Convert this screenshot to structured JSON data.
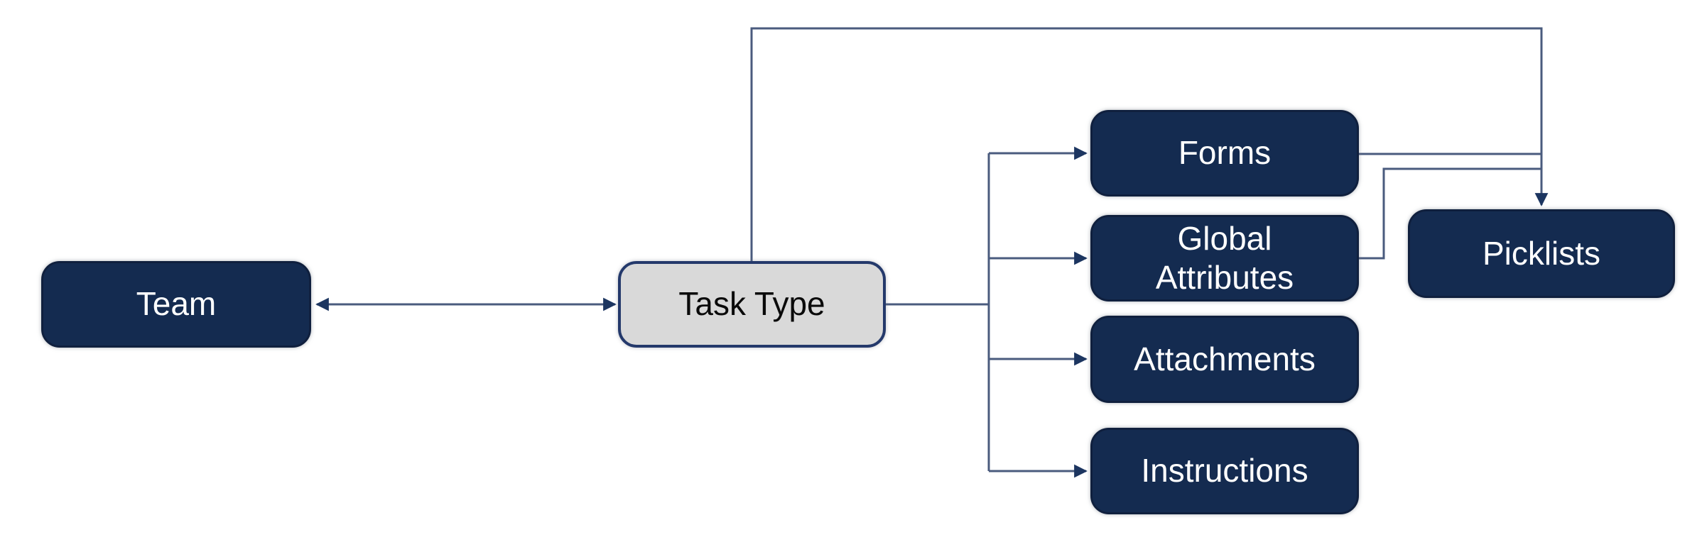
{
  "diagram": {
    "nodes": {
      "team": {
        "label": "Team"
      },
      "task_type": {
        "label": "Task Type"
      },
      "forms": {
        "label": "Forms"
      },
      "global_attributes": {
        "label": "Global Attributes"
      },
      "attachments": {
        "label": "Attachments"
      },
      "instructions": {
        "label": "Instructions"
      },
      "picklists": {
        "label": "Picklists"
      }
    },
    "edges": [
      {
        "from": "Team",
        "to": "Task Type",
        "direction": "bidirectional"
      },
      {
        "from": "Task Type",
        "to": "Forms",
        "direction": "one-way"
      },
      {
        "from": "Task Type",
        "to": "Global Attributes",
        "direction": "one-way"
      },
      {
        "from": "Task Type",
        "to": "Attachments",
        "direction": "one-way"
      },
      {
        "from": "Task Type",
        "to": "Instructions",
        "direction": "one-way"
      },
      {
        "from": "Task Type",
        "to": "Picklists",
        "direction": "one-way"
      },
      {
        "from": "Forms",
        "to": "Picklists",
        "direction": "one-way"
      },
      {
        "from": "Global Attributes",
        "to": "Picklists",
        "direction": "one-way"
      }
    ],
    "colors": {
      "node_fill": "#142B50",
      "node_border": "#10203E",
      "task_type_fill": "#D9D9D9",
      "task_type_border": "#24396B",
      "connector": "#4A5B7E",
      "arrowhead": "#1C3560",
      "text_on_dark": "#FFFFFF",
      "text_on_light": "#000000",
      "background": "#FFFFFF"
    }
  }
}
